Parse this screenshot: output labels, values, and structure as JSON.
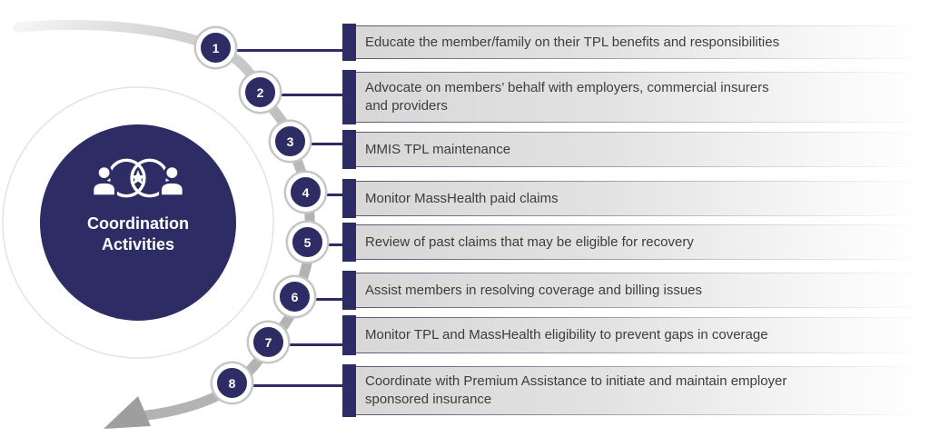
{
  "diagram": {
    "hub": {
      "label": "Coordination Activities",
      "label_line1": "Coordination",
      "label_line2": "Activities",
      "icon": "people-collaboration-icon"
    },
    "steps": [
      {
        "number": "1",
        "lines": [
          "Educate the member/family on their TPL benefits and responsibilities"
        ]
      },
      {
        "number": "2",
        "lines": [
          "Advocate on members’ behalf with employers, commercial insurers",
          "and providers"
        ]
      },
      {
        "number": "3",
        "lines": [
          "MMIS TPL maintenance"
        ]
      },
      {
        "number": "4",
        "lines": [
          "Monitor MassHealth paid claims"
        ]
      },
      {
        "number": "5",
        "lines": [
          "Review of past claims that may be eligible for recovery"
        ]
      },
      {
        "number": "6",
        "lines": [
          "Assist members in resolving coverage and billing issues"
        ]
      },
      {
        "number": "7",
        "lines": [
          "Monitor TPL and MassHealth eligibility to prevent gaps in coverage"
        ]
      },
      {
        "number": "8",
        "lines": [
          "Coordinate with Premium Assistance to initiate and maintain employer",
          "sponsored insurance"
        ]
      }
    ],
    "colors": {
      "navy": "#2e2c64",
      "curve_gray": "#b3b3b3",
      "arrow_gray": "#9e9e9e",
      "bar_gray": "#d7d7d7",
      "badge_ring_gray": "#c6c6c6",
      "faint_ring_gray": "#e3e3e3",
      "bar_text": "#3d3d3d",
      "white": "#ffffff"
    }
  }
}
